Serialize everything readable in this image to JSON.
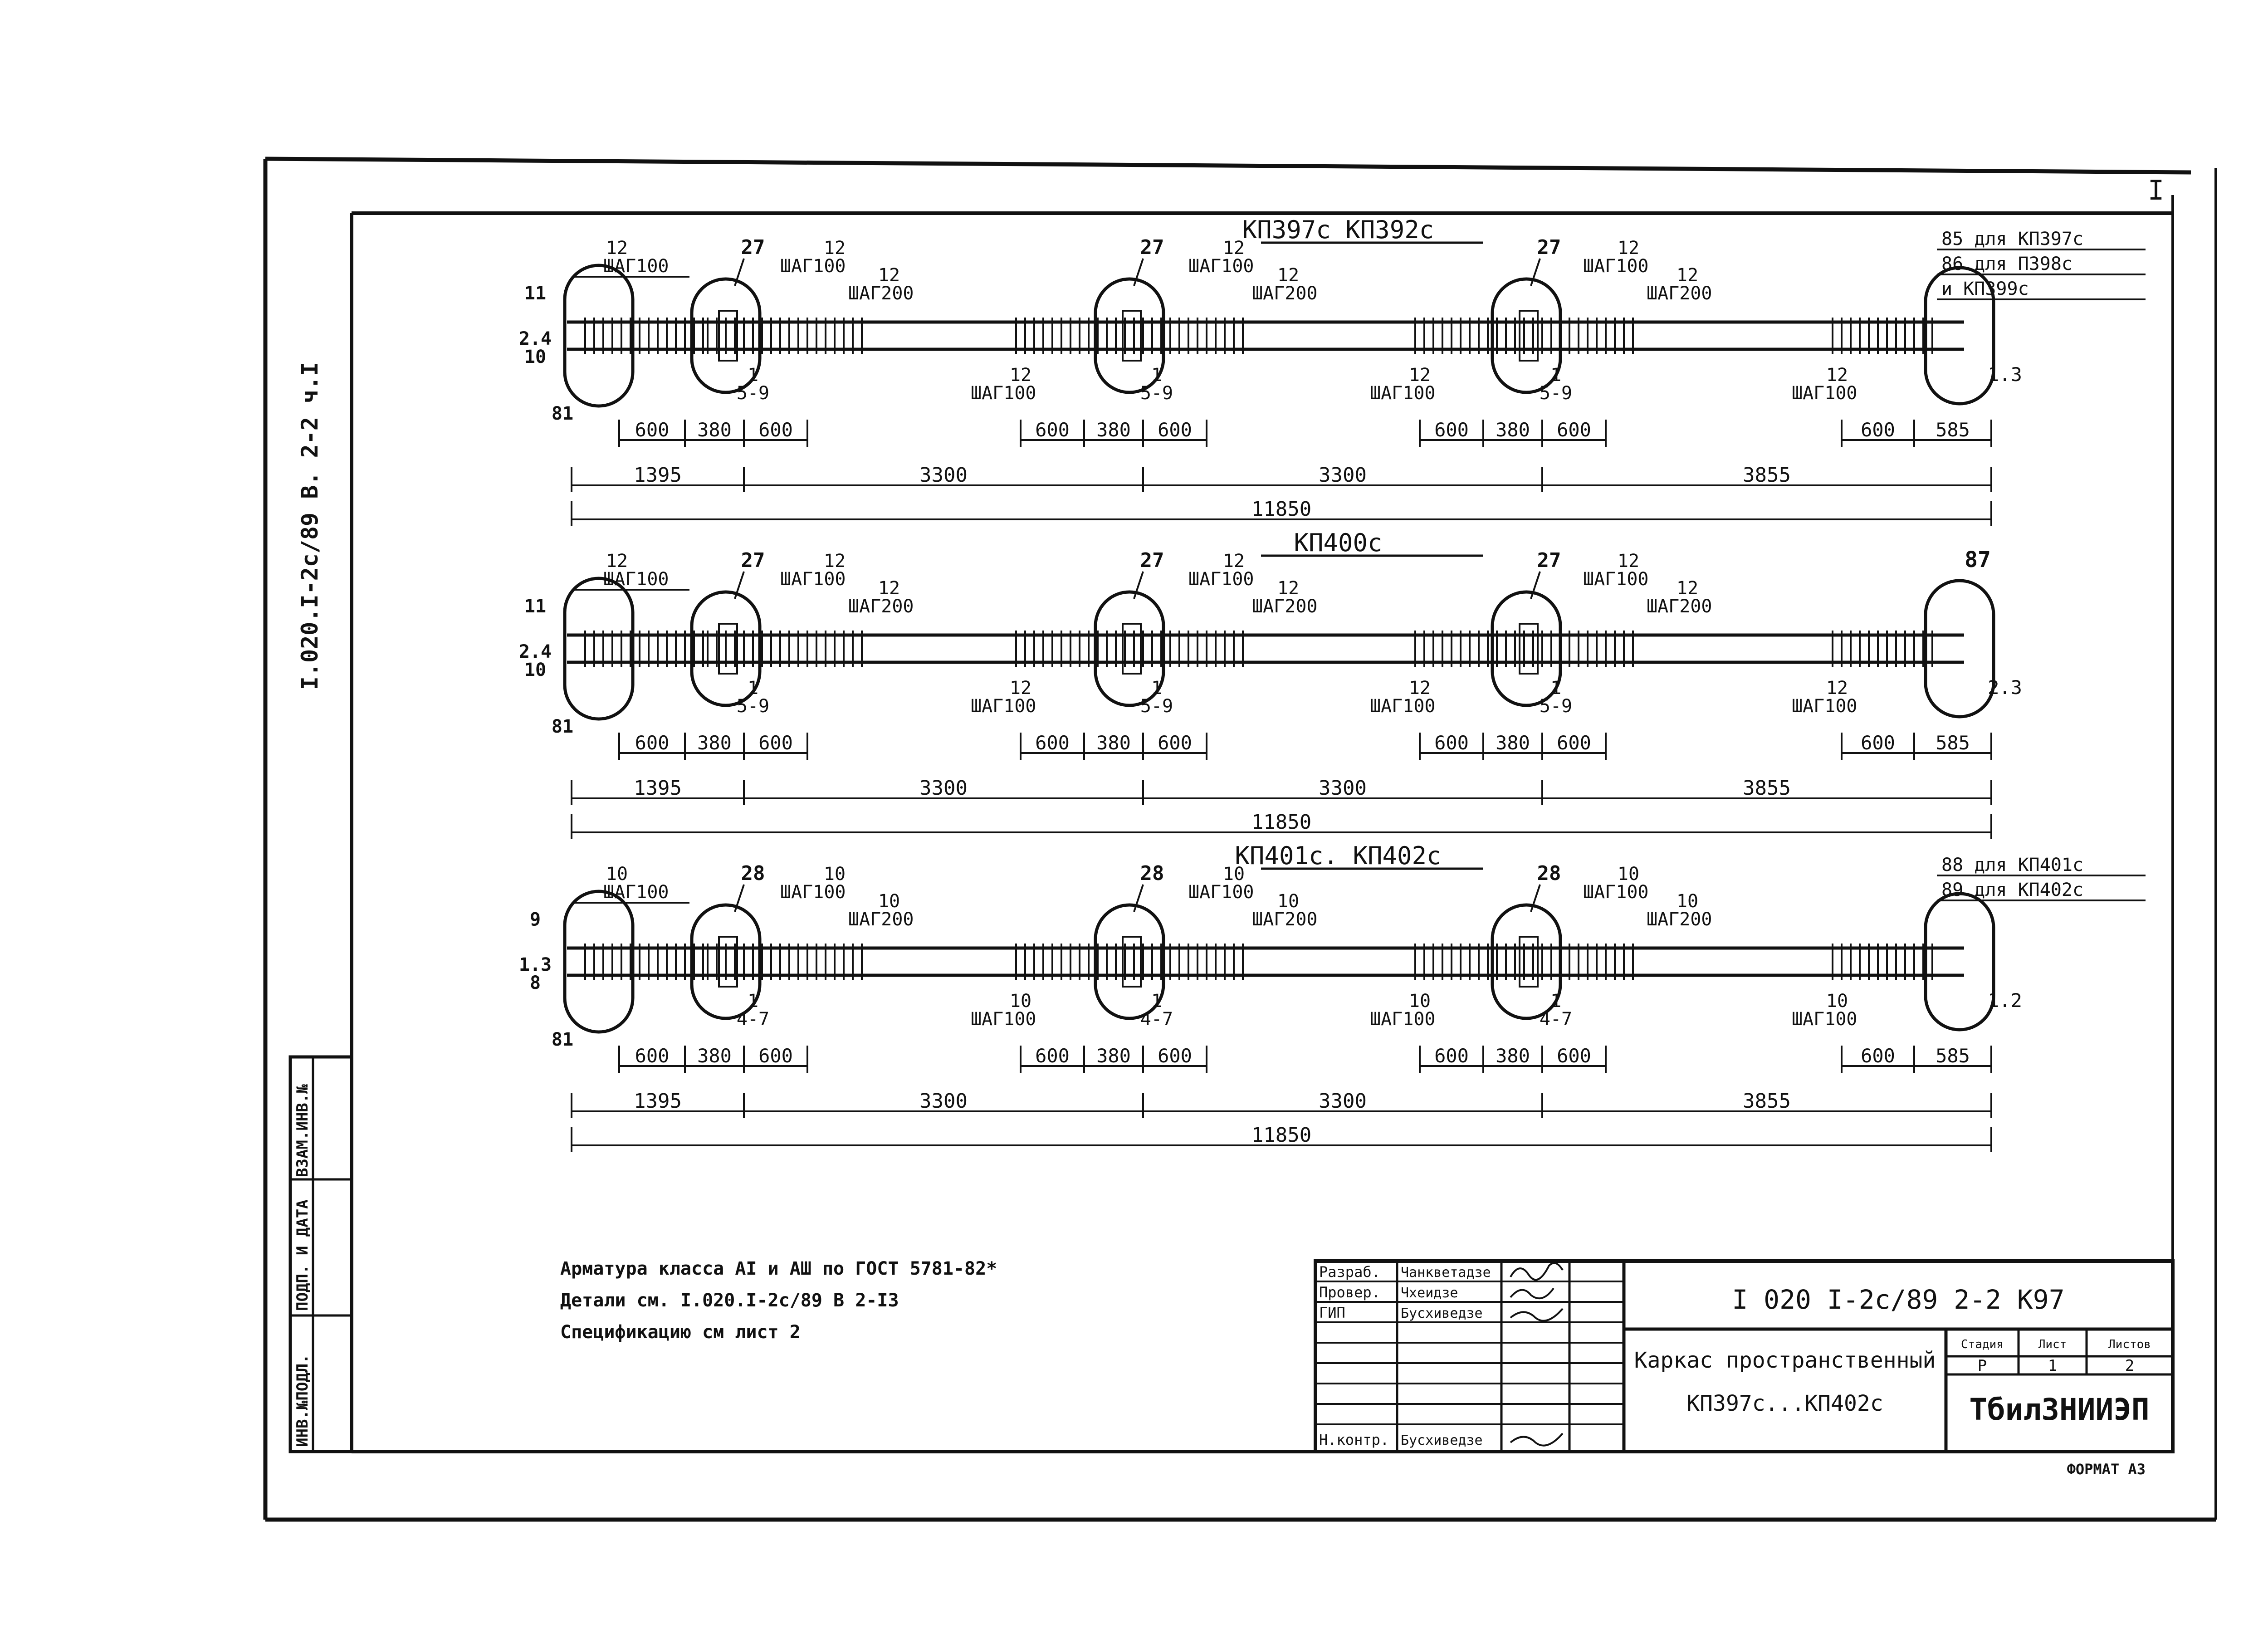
{
  "sheet": {
    "side_stamp": "I.020.I-2c/89 В. 2-2 ч.I",
    "corner_mark": "I",
    "format": "ФОРМАТ А3",
    "left_stamp": [
      "ИНВ.№ПОДЛ.",
      "ПОДП. И ДАТА",
      "ВЗАМ.ИНВ.№"
    ]
  },
  "sections": [
    {
      "title": "КП397с  КП392с",
      "end_note": [
        "85  для  КП397с",
        "86  для  П398с",
        "и КП399с"
      ],
      "labels": {
        "top_left_bar": "12",
        "top_left_step": "ШАГ100",
        "mark_first": "27",
        "mark_mid": "27",
        "mark_mid2": "27",
        "left_num1": "11",
        "left_num2": "2.4",
        "left_num3": "10",
        "left_num4": "81",
        "right_tag": "1.3",
        "step_a": "ШАГ100",
        "step_b": "ШАГ200",
        "step_c": "ШАГ100",
        "bar_a": "12",
        "bar_b": "12",
        "bar_c": "12",
        "bar_d": "1",
        "range": "5-9",
        "end_mark": ""
      },
      "dims": {
        "first": [
          "600",
          "380",
          "600"
        ],
        "mid1": [
          "600",
          "380",
          "600"
        ],
        "mid2": [
          "600",
          "380",
          "600"
        ],
        "end": [
          "600",
          "585"
        ],
        "spans": [
          "1395",
          "3300",
          "3300",
          "3855"
        ],
        "total": "11850"
      }
    },
    {
      "title": "КП400с",
      "end_note": [],
      "labels": {
        "top_left_bar": "12",
        "top_left_step": "ШАГ100",
        "mark_first": "27",
        "mark_mid": "27",
        "mark_mid2": "27",
        "left_num1": "11",
        "left_num2": "2.4",
        "left_num3": "10",
        "left_num4": "81",
        "right_tag": "2.3",
        "step_a": "ШАГ100",
        "step_b": "ШАГ200",
        "step_c": "ШАГ100",
        "bar_a": "12",
        "bar_b": "12",
        "bar_c": "12",
        "bar_d": "1",
        "range": "5-9",
        "end_mark": "87"
      },
      "dims": {
        "first": [
          "600",
          "380",
          "600"
        ],
        "mid1": [
          "600",
          "380",
          "600"
        ],
        "mid2": [
          "600",
          "380",
          "600"
        ],
        "end": [
          "600",
          "585"
        ],
        "spans": [
          "1395",
          "3300",
          "3300",
          "3855"
        ],
        "total": "11850"
      }
    },
    {
      "title": "КП401с. КП402с",
      "end_note": [
        "88  для  КП401с",
        "89  для  КП402с"
      ],
      "labels": {
        "top_left_bar": "10",
        "top_left_step": "ШАГ100",
        "mark_first": "28",
        "mark_mid": "28",
        "mark_mid2": "28",
        "left_num1": "9",
        "left_num2": "1.3",
        "left_num3": "8",
        "left_num4": "81",
        "right_tag": "1.2",
        "step_a": "ШАГ100",
        "step_b": "ШАГ200",
        "step_c": "ШАГ100",
        "bar_a": "10",
        "bar_b": "10",
        "bar_c": "10",
        "bar_d": "1",
        "range": "4-7",
        "end_mark": ""
      },
      "dims": {
        "first": [
          "600",
          "380",
          "600"
        ],
        "mid1": [
          "600",
          "380",
          "600"
        ],
        "mid2": [
          "600",
          "380",
          "600"
        ],
        "end": [
          "600",
          "585"
        ],
        "spans": [
          "1395",
          "3300",
          "3300",
          "3855"
        ],
        "total": "11850"
      }
    }
  ],
  "notes": [
    "Арматура класса AI и АШ по ГОСТ 5781-82*",
    "Детали см. I.020.I-2с/89 В 2-I3",
    "Спецификацию см лист 2"
  ],
  "title_block": {
    "doc_code": "I 020 I-2с/89  2-2  К97",
    "name_line1": "Каркас пространственный",
    "name_line2": "КП397с...КП402с",
    "org": "ТбилЗНИИЭП",
    "stage_header": [
      "Стадия",
      "Лист",
      "Листов"
    ],
    "stage_values": [
      "Р",
      "1",
      "2"
    ],
    "signers": [
      {
        "role": "Разраб.",
        "name": "Чанкветадзе"
      },
      {
        "role": "Провер.",
        "name": "Чхеидзе"
      },
      {
        "role": "ГИП",
        "name": "Бусхиведзе"
      },
      {
        "role": "Н.контр.",
        "name": "Бусхиведзе"
      }
    ]
  }
}
